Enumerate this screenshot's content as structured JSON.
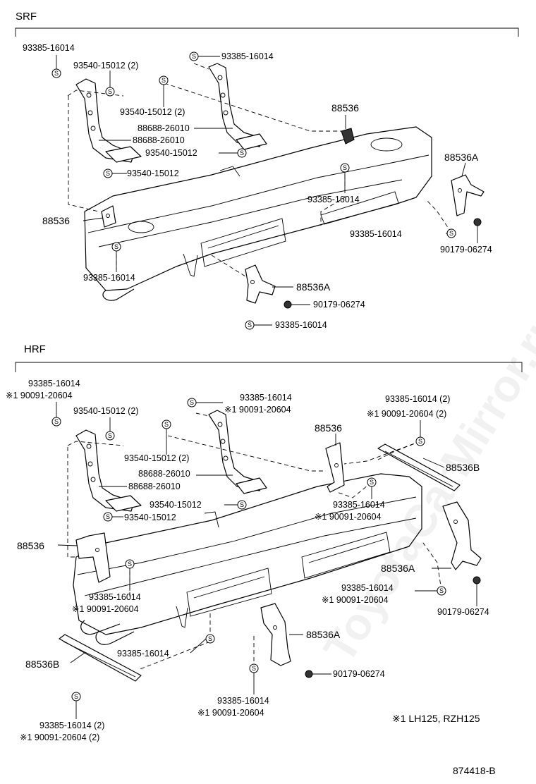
{
  "watermark": "ToyotaCarMirror.ru",
  "figure_id": "874418-B",
  "note": "※1  LH125, RZH125",
  "srf": {
    "title": "SRF",
    "labels": {
      "p1": "93385-16014",
      "p2": "93540-15012 (2)",
      "p3": "93385-16014",
      "p4": "93540-15012 (2)",
      "p5": "88688-26010",
      "p6": "88688-26010",
      "p7": "93540-15012",
      "p8": "93540-15012",
      "p9": "88536",
      "p10": "88536A",
      "p11": "93385-16014",
      "p12": "88536",
      "p13": "93385-16014",
      "p14": "90179-06274",
      "p15": "93385-16014",
      "p16": "88536A",
      "p17": "90179-06274",
      "p18": "93385-16014"
    }
  },
  "hrf": {
    "title": "HRF",
    "labels": {
      "h1a": "93385-16014",
      "h1b": "※1 90091-20604",
      "h2": "93540-15012 (2)",
      "h3a": "93385-16014",
      "h3b": "※1 90091-20604",
      "h4a": "93385-16014 (2)",
      "h4b": "※1 90091-20604 (2)",
      "h5": "93540-15012 (2)",
      "h6": "88536",
      "h7": "88688-26010",
      "h8": "88536B",
      "h9": "88688-26010",
      "h10": "93540-15012",
      "h11a": "93385-16014",
      "h11b": "※1 90091-20604",
      "h12": "93540-15012",
      "h13": "88536",
      "h14": "88536A",
      "h15a": "93385-16014",
      "h15b": "※1 90091-20604",
      "h16a": "93385-16014",
      "h16b": "※1 90091-20604",
      "h17": "90179-06274",
      "h18": "93385-16014",
      "h19": "88536A",
      "h20": "88536B",
      "h21": "90179-06274",
      "h22a": "93385-16014",
      "h22b": "※1 90091-20604",
      "h23a": "93385-16014 (2)",
      "h23b": "※1 90091-20604 (2)"
    }
  }
}
